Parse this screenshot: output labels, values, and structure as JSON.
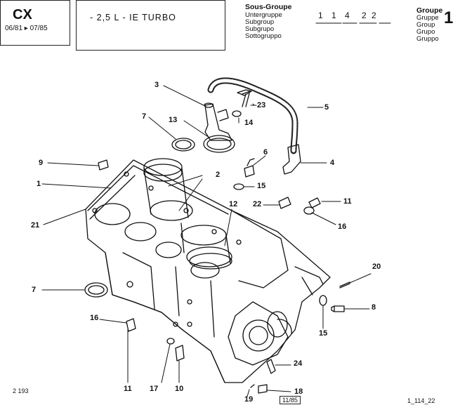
{
  "header": {
    "model_code": "CX",
    "model_date": "06/81 ▸ 07/85",
    "engine_label": "- 2,5 L - IE TURBO",
    "subgroup_labels": [
      "Sous-Groupe",
      "Untergruppe",
      "Subgroup",
      "Subgrupo",
      "Sottogruppo"
    ],
    "subgroup_digits": [
      "1",
      "1",
      "4",
      "2",
      "2"
    ],
    "group_labels": [
      "Groupe",
      "Gruppe",
      "Group",
      "Grupo",
      "Gruppo"
    ],
    "group_number": "1"
  },
  "callouts": {
    "c1": "1",
    "c2": "2",
    "c3": "3",
    "c4": "4",
    "c5": "5",
    "c6": "6",
    "c7a": "7",
    "c7b": "7",
    "c8": "8",
    "c9": "9",
    "c10": "10",
    "c11a": "11",
    "c11b": "11",
    "c12": "12",
    "c13": "13",
    "c14": "14",
    "c15a": "15",
    "c15b": "15",
    "c16a": "16",
    "c16b": "16",
    "c17": "17",
    "c18": "18",
    "c19": "19",
    "c20": "20",
    "c21": "21",
    "c22": "22",
    "c23": "23",
    "c24": "24"
  },
  "footer": {
    "left_code": "2 193",
    "date_stamp": "11/85",
    "ref": "1_114_22"
  },
  "colors": {
    "ink": "#111111",
    "paper": "#ffffff"
  }
}
